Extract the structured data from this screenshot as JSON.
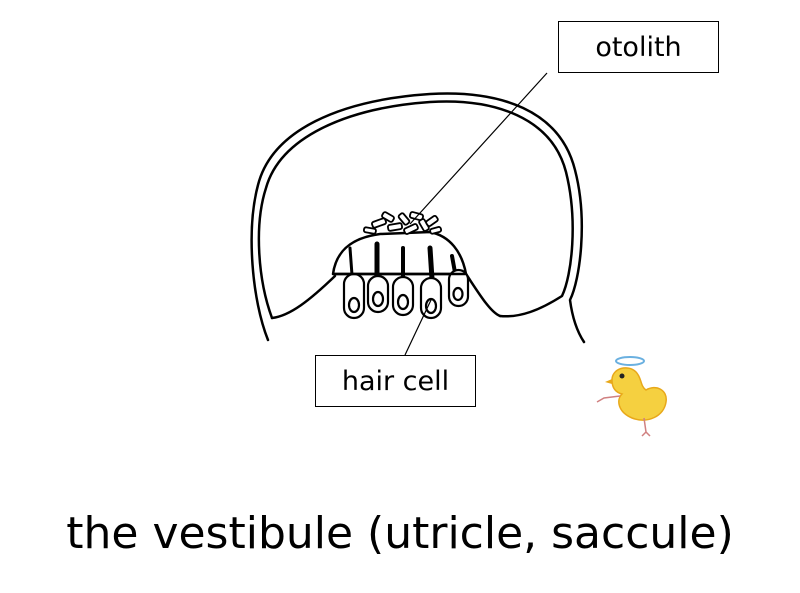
{
  "labels": {
    "otolith": "otolith",
    "hair_cell": "hair cell"
  },
  "caption": "the vestibule (utricle, saccule)",
  "colors": {
    "line": "#000000",
    "background": "#ffffff",
    "duck_body": "#f5d040",
    "duck_outline": "#e8a81a",
    "duck_halo": "#6ab0e0",
    "duck_legs": "#d08080"
  },
  "icons": {
    "mascot": "duck-drawing"
  }
}
